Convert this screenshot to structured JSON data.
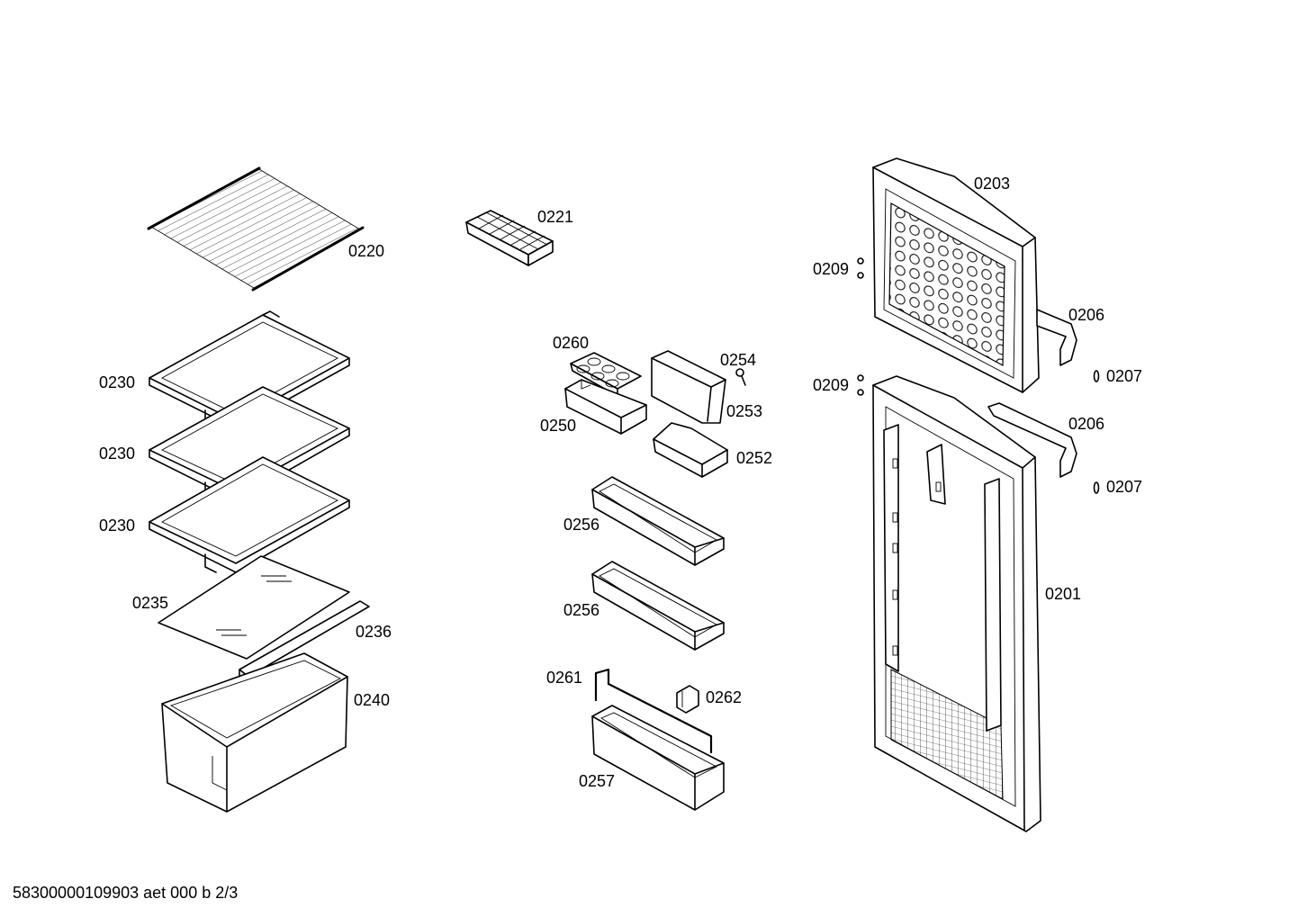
{
  "footer": {
    "code": "58300000109903 aet 000 b 2/3"
  },
  "labels": {
    "p0220": "0220",
    "p0221": "0221",
    "p0230a": "0230",
    "p0230b": "0230",
    "p0230c": "0230",
    "p0235": "0235",
    "p0236": "0236",
    "p0240": "0240",
    "p0260": "0260",
    "p0254": "0254",
    "p0253": "0253",
    "p0250": "0250",
    "p0252": "0252",
    "p0256a": "0256",
    "p0256b": "0256",
    "p0261": "0261",
    "p0262": "0262",
    "p0257": "0257",
    "p0203": "0203",
    "p0209a": "0209",
    "p0209b": "0209",
    "p0206a": "0206",
    "p0206b": "0206",
    "p0207a": "0207",
    "p0207b": "0207",
    "p0201": "0201"
  },
  "colors": {
    "line": "#000000",
    "background": "#ffffff"
  }
}
